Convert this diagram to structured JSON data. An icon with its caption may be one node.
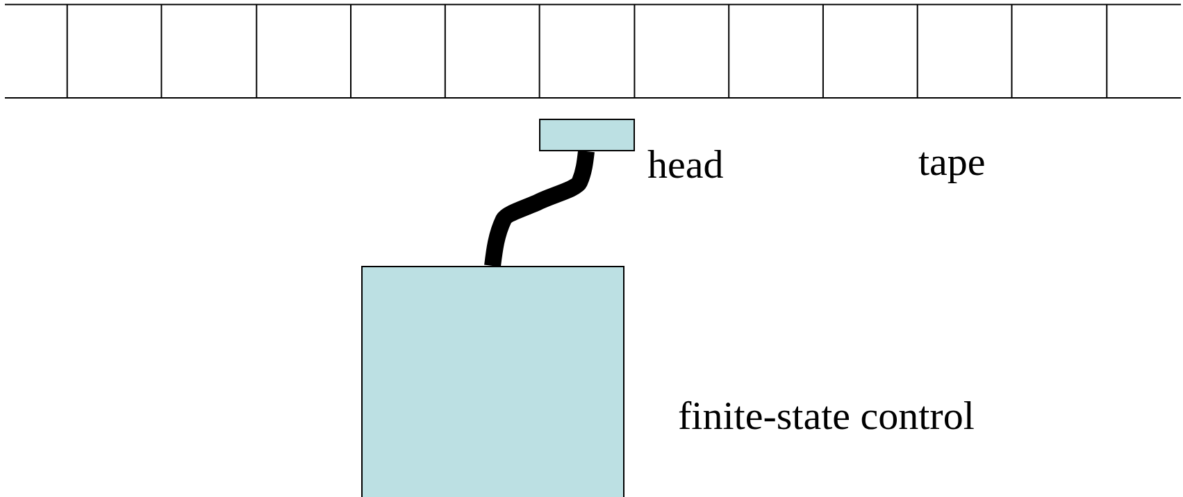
{
  "diagram": {
    "nodes": [
      {
        "text": [],
        "shape": "box",
        "beside": [
          "head"
        ]
      },
      {
        "text": [],
        "shape": "box",
        "beside": [
          "finite-state control"
        ]
      }
    ],
    "edges": [
      {
        "from": 0,
        "to": 1,
        "arrow": "none"
      }
    ],
    "labels": [
      "tape"
    ]
  }
}
